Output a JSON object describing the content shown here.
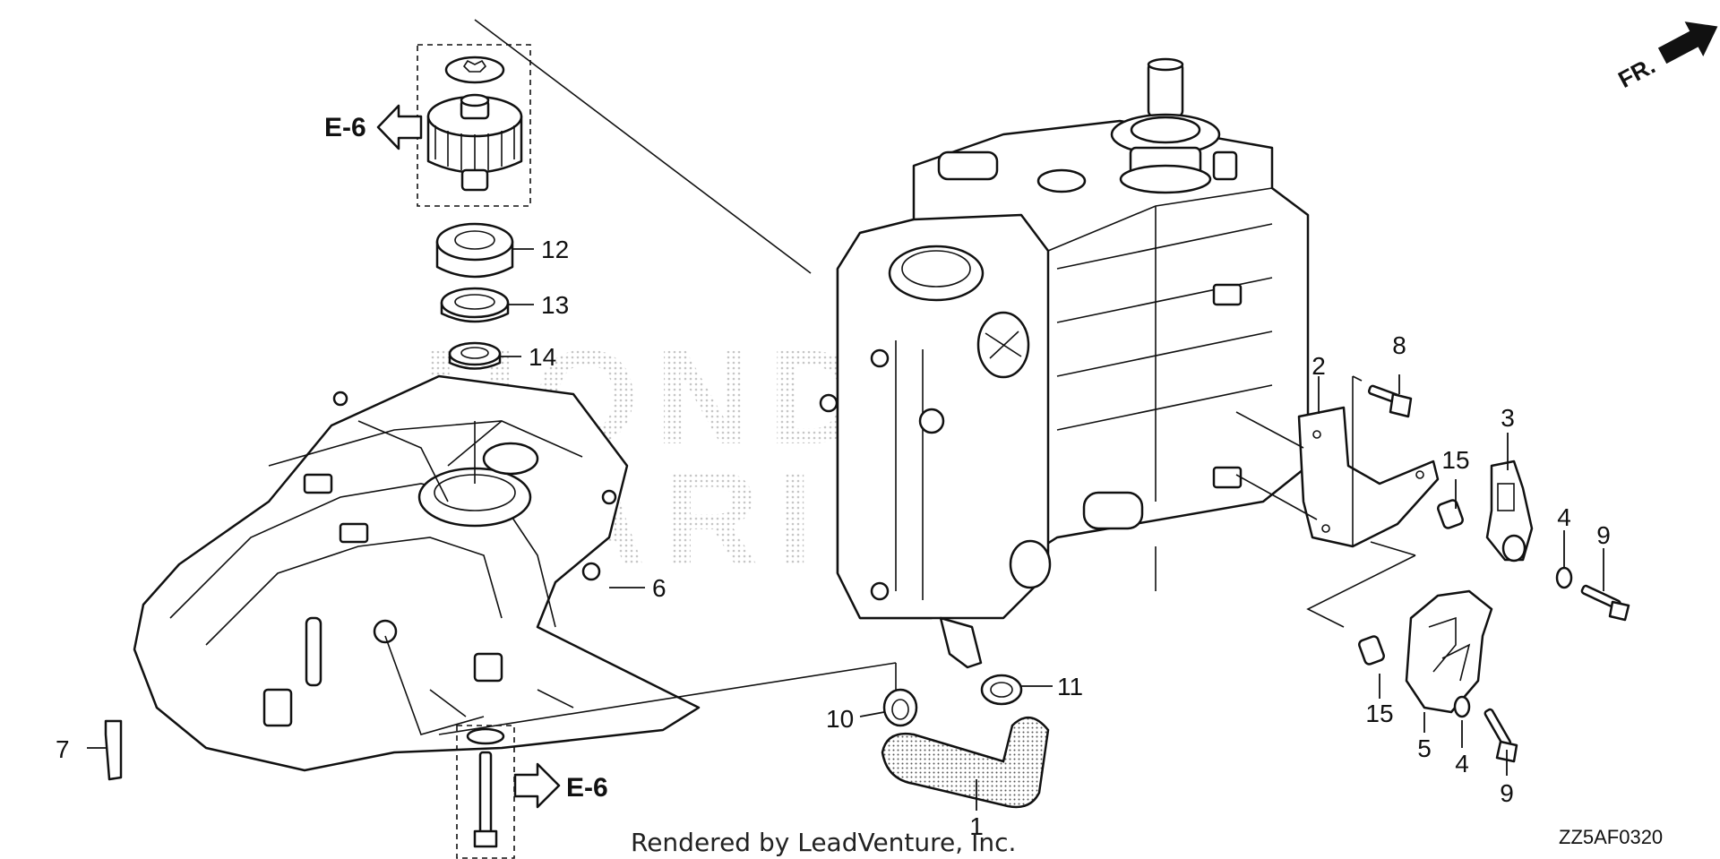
{
  "diagram": {
    "callouts": [
      {
        "id": "c1",
        "text": "1"
      },
      {
        "id": "c2",
        "text": "2"
      },
      {
        "id": "c3",
        "text": "3"
      },
      {
        "id": "c4a",
        "text": "4"
      },
      {
        "id": "c4b",
        "text": "4"
      },
      {
        "id": "c5",
        "text": "5"
      },
      {
        "id": "c6",
        "text": "6"
      },
      {
        "id": "c7",
        "text": "7"
      },
      {
        "id": "c8",
        "text": "8"
      },
      {
        "id": "c9a",
        "text": "9"
      },
      {
        "id": "c9b",
        "text": "9"
      },
      {
        "id": "c10",
        "text": "10"
      },
      {
        "id": "c11",
        "text": "11"
      },
      {
        "id": "c12",
        "text": "12"
      },
      {
        "id": "c13",
        "text": "13"
      },
      {
        "id": "c14",
        "text": "14"
      },
      {
        "id": "c15a",
        "text": "15"
      },
      {
        "id": "c15b",
        "text": "15"
      }
    ],
    "references": {
      "top": "E-6",
      "bottom": "E-6"
    },
    "front_marker": "FR.",
    "credit": "Rendered by LeadVenture, Inc.",
    "code": "ZZ5AF0320",
    "watermark": "HONDA MARINE"
  }
}
